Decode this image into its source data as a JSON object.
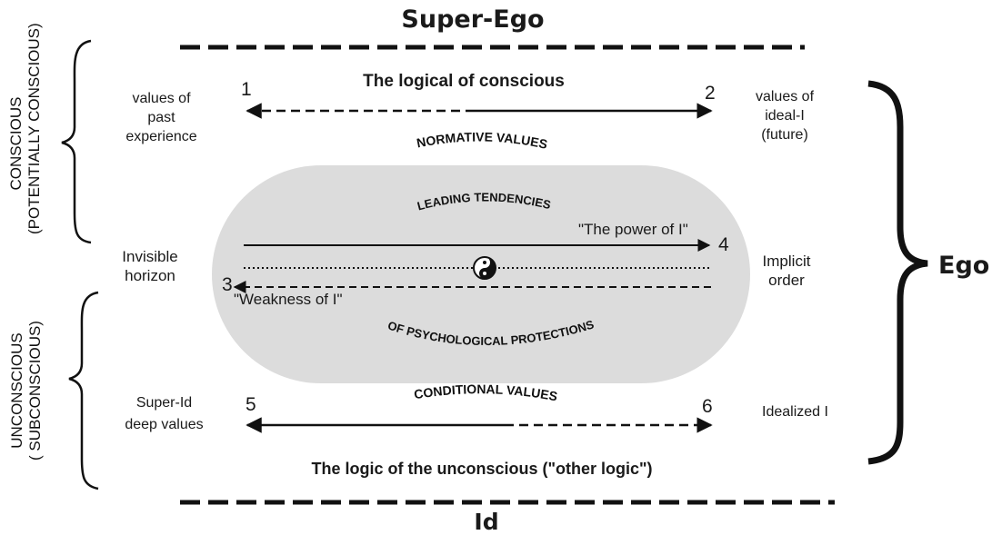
{
  "titles": {
    "super_ego": "Super-Ego",
    "id": "Id",
    "ego": "Ego"
  },
  "side_labels": {
    "conscious": "CONSCIOUS",
    "potentially_conscious": "(POTENTIALLY CONSCIOUS)",
    "unconscious": "UNCONSCIOUS",
    "subconscious": "( SUBCONSCIOUS)"
  },
  "top": {
    "logic_label": "The logical of conscious",
    "left_values": [
      "values of",
      "past",
      "experience"
    ],
    "right_values": [
      "values of",
      "ideal-I",
      "(future)"
    ],
    "num_1": "1",
    "num_2": "2",
    "arc_label": "NORMATIVE VALUES"
  },
  "middle": {
    "leading": "LEADING TENDENCIES",
    "power": "\"The power of I\"",
    "weakness": "\"Weakness of I\"",
    "num_3": "3",
    "num_4": "4",
    "protections": "OF PSYCHOLOGICAL PROTECTIONS",
    "left_label": [
      "Invisible",
      "horizon"
    ],
    "right_label": [
      "Implicit",
      "order"
    ],
    "symbol": "yin-yang-icon"
  },
  "bottom": {
    "arc_label": "CONDITIONAL VALUES",
    "left_values": [
      "Super-Id",
      "deep values"
    ],
    "right_values": "Idealized I",
    "num_5": "5",
    "num_6": "6",
    "logic_label": "The logic of the unconscious (\"other logic\")"
  },
  "colors": {
    "ellipse_fill": "#dcdcdc",
    "line": "#111111"
  }
}
